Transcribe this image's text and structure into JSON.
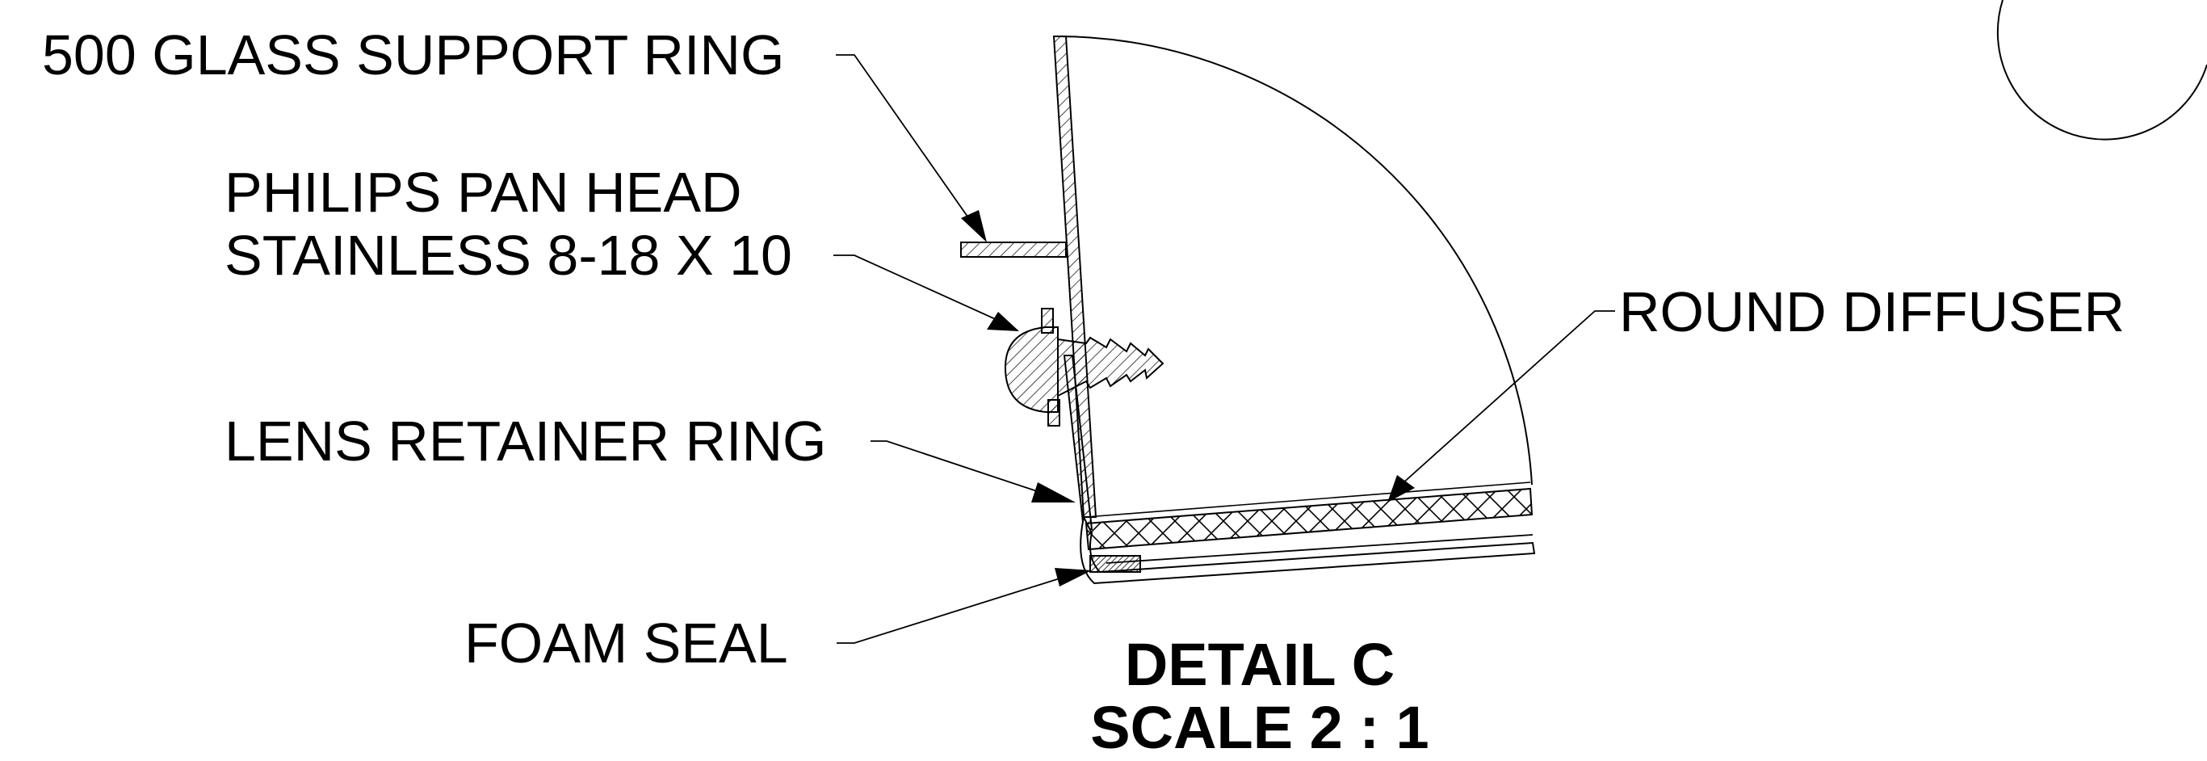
{
  "labels": {
    "glass_support_ring": "500 GLASS SUPPORT RING",
    "screw_line1": "PHILIPS PAN HEAD",
    "screw_line2": "STAINLESS 8-18 X 10",
    "lens_retainer_ring": "LENS RETAINER RING",
    "foam_seal": "FOAM SEAL",
    "round_diffuser": "ROUND DIFFUSER"
  },
  "title": {
    "detail": "DETAIL C",
    "scale": "SCALE 2 : 1"
  }
}
